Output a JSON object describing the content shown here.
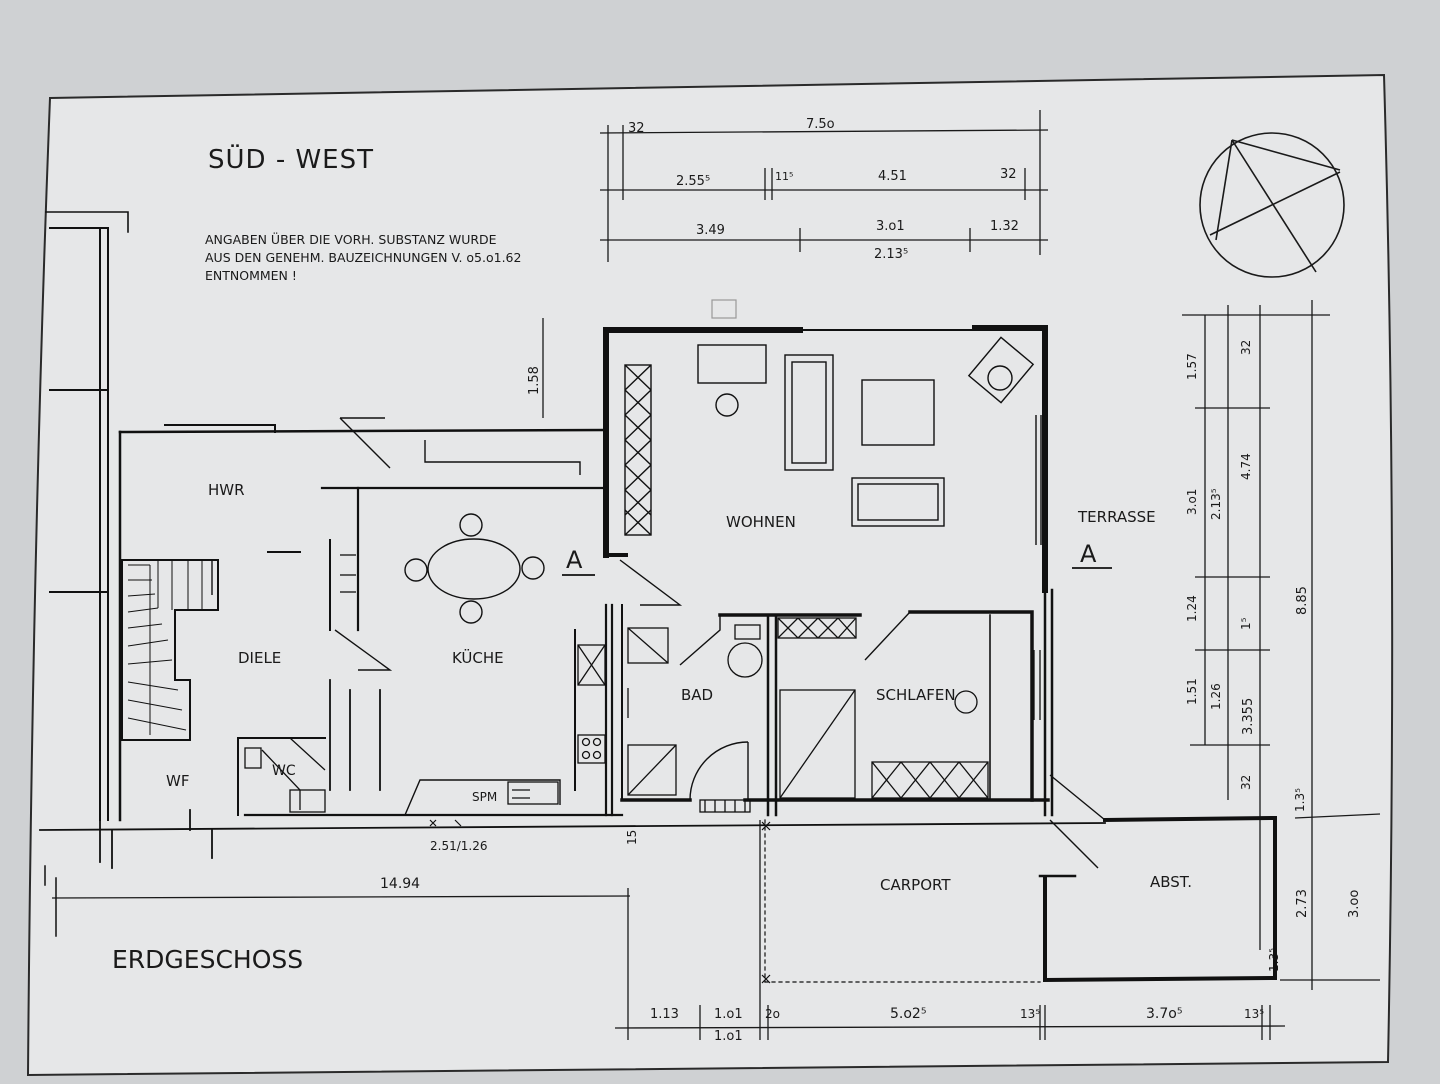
{
  "title": "SÜD - WEST",
  "floor_label": "ERDGESCHOSS",
  "note": [
    "ANGABEN ÜBER DIE VORH. SUBSTANZ WURDE",
    "AUS DEN GENEHM. BAUZEICHNUNGEN V. o5.o1.62",
    "ENTNOMMEN !"
  ],
  "section_marker": "A",
  "rooms": {
    "hwr": "HWR",
    "diele": "DIELE",
    "kueche": "KÜCHE",
    "wohnen": "WOHNEN",
    "terrasse": "TERRASSE",
    "bad": "BAD",
    "schlafen": "SCHLAFEN",
    "wc": "WC",
    "wf": "WF",
    "carport": "CARPORT",
    "abst": "ABST.",
    "spm": "SPM"
  },
  "dimensions_top": {
    "row1": [
      "32",
      "7.5o"
    ],
    "row2": [
      "2.55⁵",
      "11⁵",
      "4.51",
      "32"
    ],
    "row3": [
      "3.49",
      "3.o1",
      "1.32"
    ],
    "row3b": [
      "2.13⁵"
    ]
  },
  "dimensions_right": {
    "col1": [
      "1.57",
      "3.o1",
      "1.24",
      "1.51"
    ],
    "col2": [
      "2.13⁵",
      "1.26"
    ],
    "col3": [
      "32",
      "4.74",
      "1⁵",
      "3.355",
      "32",
      "1.3⁵"
    ],
    "col4": [
      "8.85",
      "2.73",
      "3.oo",
      "1.3⁵"
    ]
  },
  "dimensions_bottom": [
    "1.13",
    "1.o1",
    "1.o1",
    "2o",
    "5.o2⁵",
    "13⁵",
    "3.7o⁵",
    "13⁵"
  ],
  "dimensions_misc": {
    "total_width": "14.94",
    "window": "2.51/1.26",
    "wall_15": "15",
    "height_158": "1.58"
  }
}
